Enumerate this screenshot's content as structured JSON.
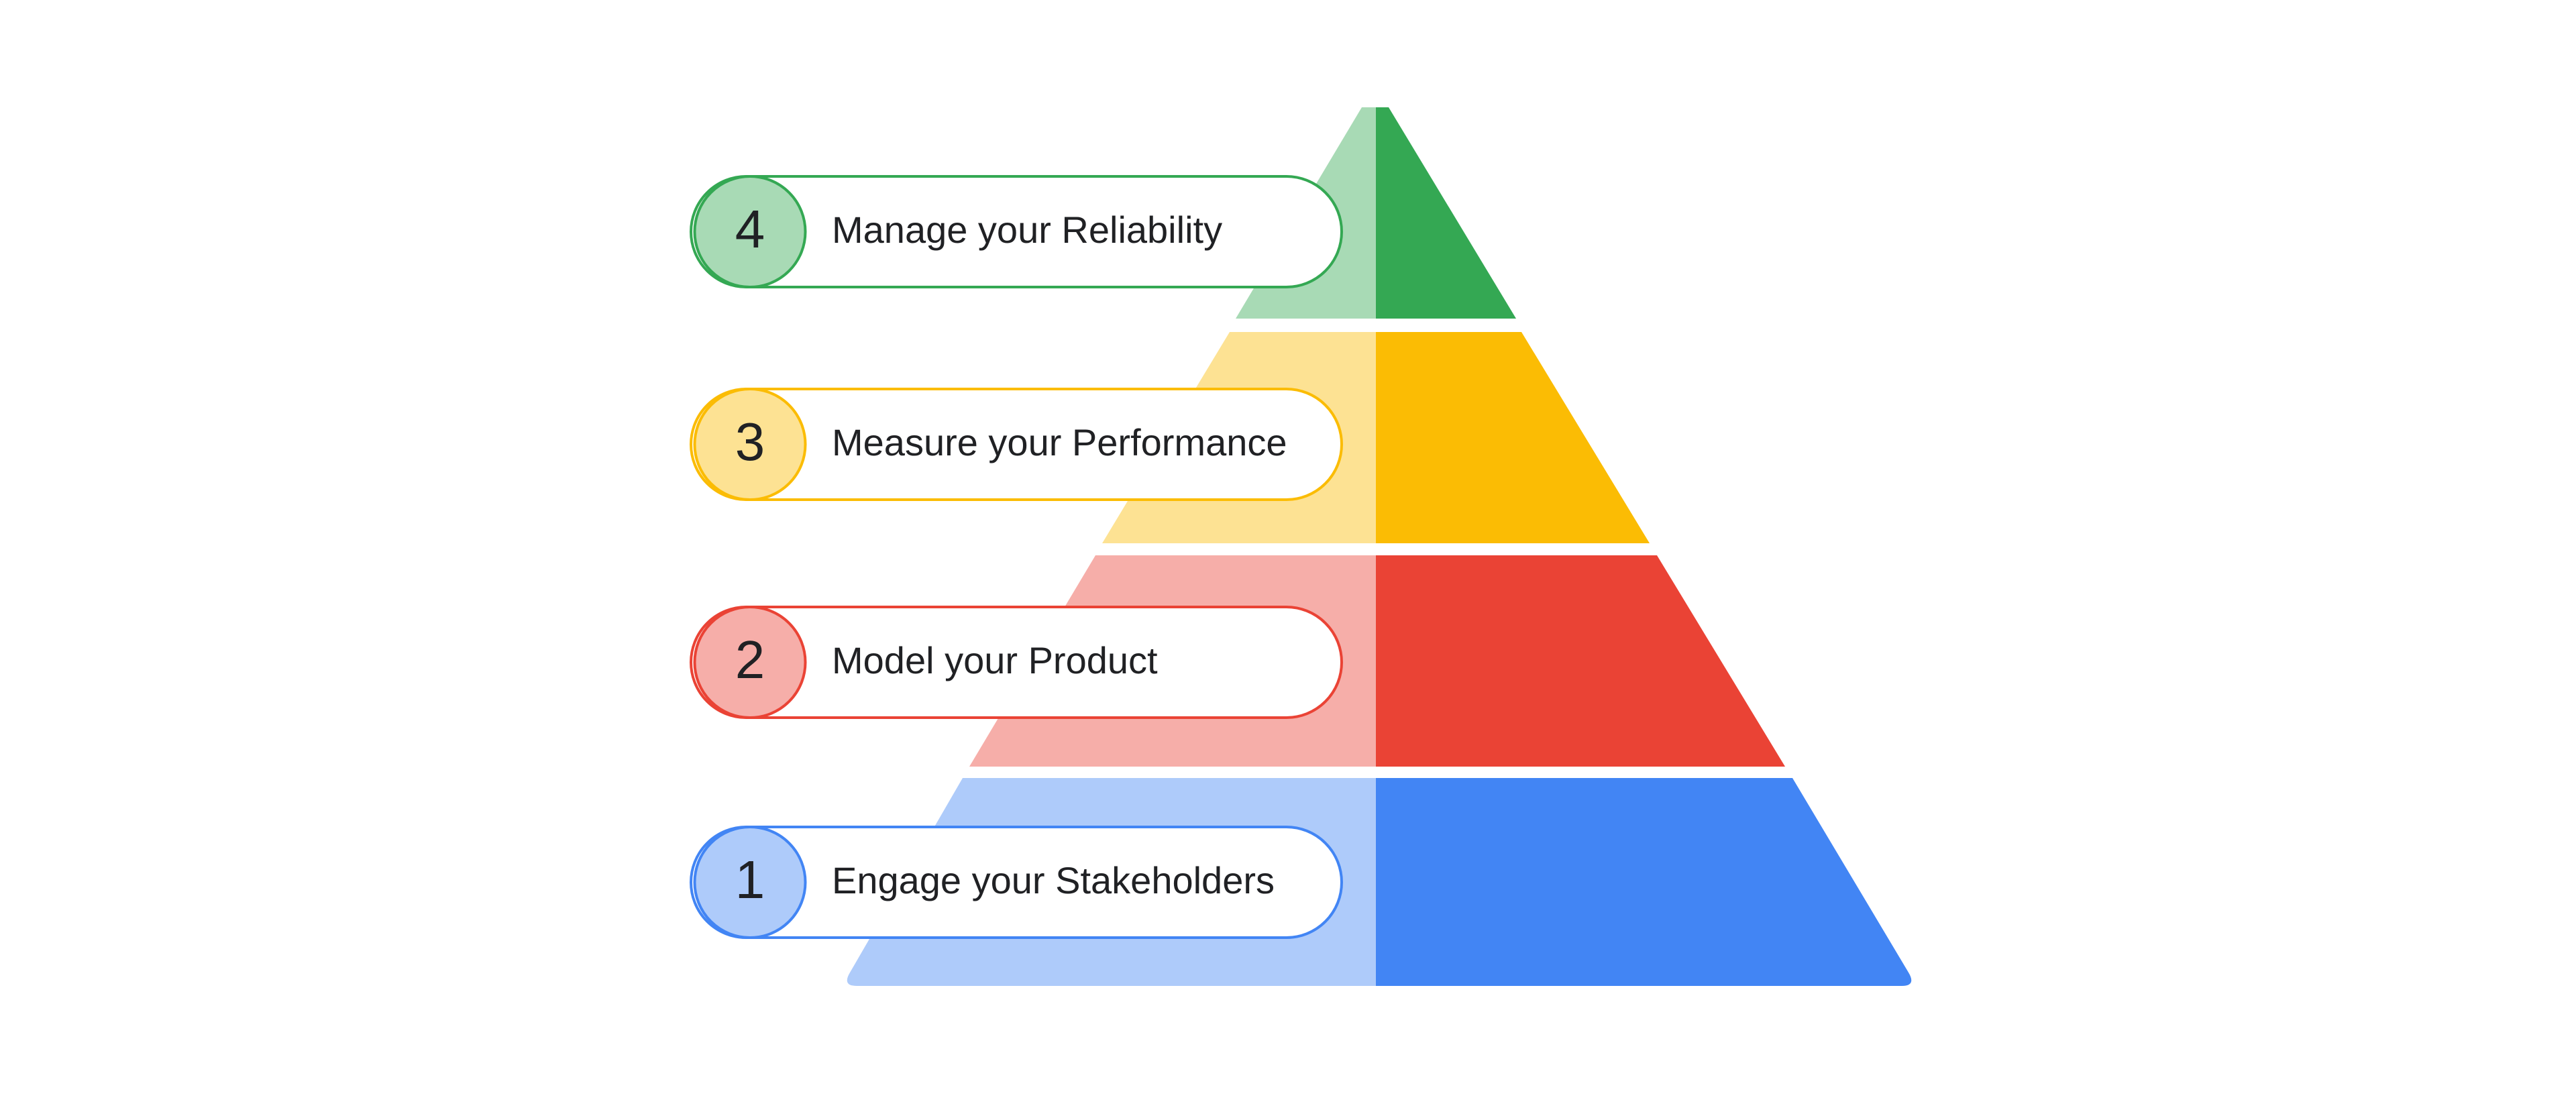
{
  "title": "",
  "levels": [
    {
      "number": "4",
      "label": "Manage your Reliability",
      "colors": {
        "dark": "#34A853",
        "light": "#A8DAB5"
      }
    },
    {
      "number": "3",
      "label": "Measure your Performance",
      "colors": {
        "dark": "#FBBC04",
        "light": "#FDE293"
      }
    },
    {
      "number": "2",
      "label": "Model your Product",
      "colors": {
        "dark": "#EA4335",
        "light": "#F6AEA9"
      }
    },
    {
      "number": "1",
      "label": "Engage your Stakeholders",
      "colors": {
        "dark": "#4285F4",
        "light": "#AECBFA"
      }
    }
  ]
}
